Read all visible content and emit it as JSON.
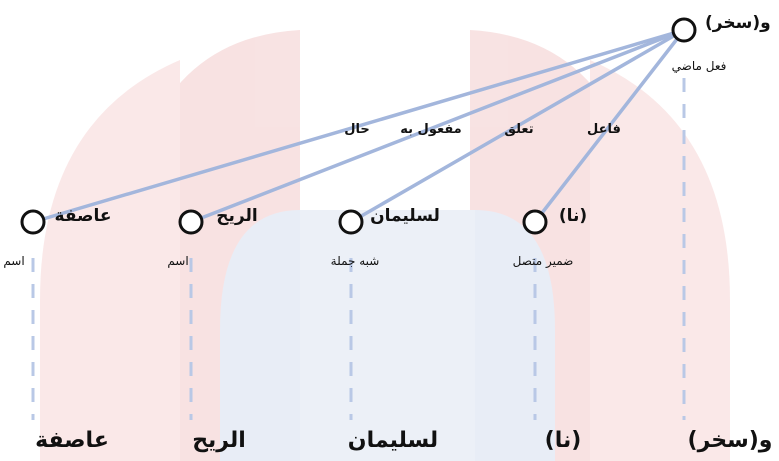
{
  "colors": {
    "edge": "#a3b6dc",
    "dash": "#b9c8e6",
    "node_stroke": "#111111",
    "watermark_red": "#f3cccc",
    "watermark_blue": "#d3dcef"
  },
  "watermark": {
    "icon": "logo-watermark-icon"
  },
  "root": {
    "word": "و(سخر)",
    "pos": "فعل ماضي"
  },
  "tokens": [
    {
      "word": "عاصفة",
      "pos": "اسم",
      "relation": "حال",
      "bottom": "عاصفة"
    },
    {
      "word": "الريح",
      "pos": "اسم",
      "relation": "مفعول به",
      "bottom": "الريح"
    },
    {
      "word": "لسليمان",
      "pos": "شبه جملة",
      "relation": "تعلق",
      "bottom": "لسليمان"
    },
    {
      "word": "(نا)",
      "pos": "ضمير متصل",
      "relation": "فاعل",
      "bottom": "(نا)"
    }
  ],
  "root_bottom": "و(سخر)"
}
